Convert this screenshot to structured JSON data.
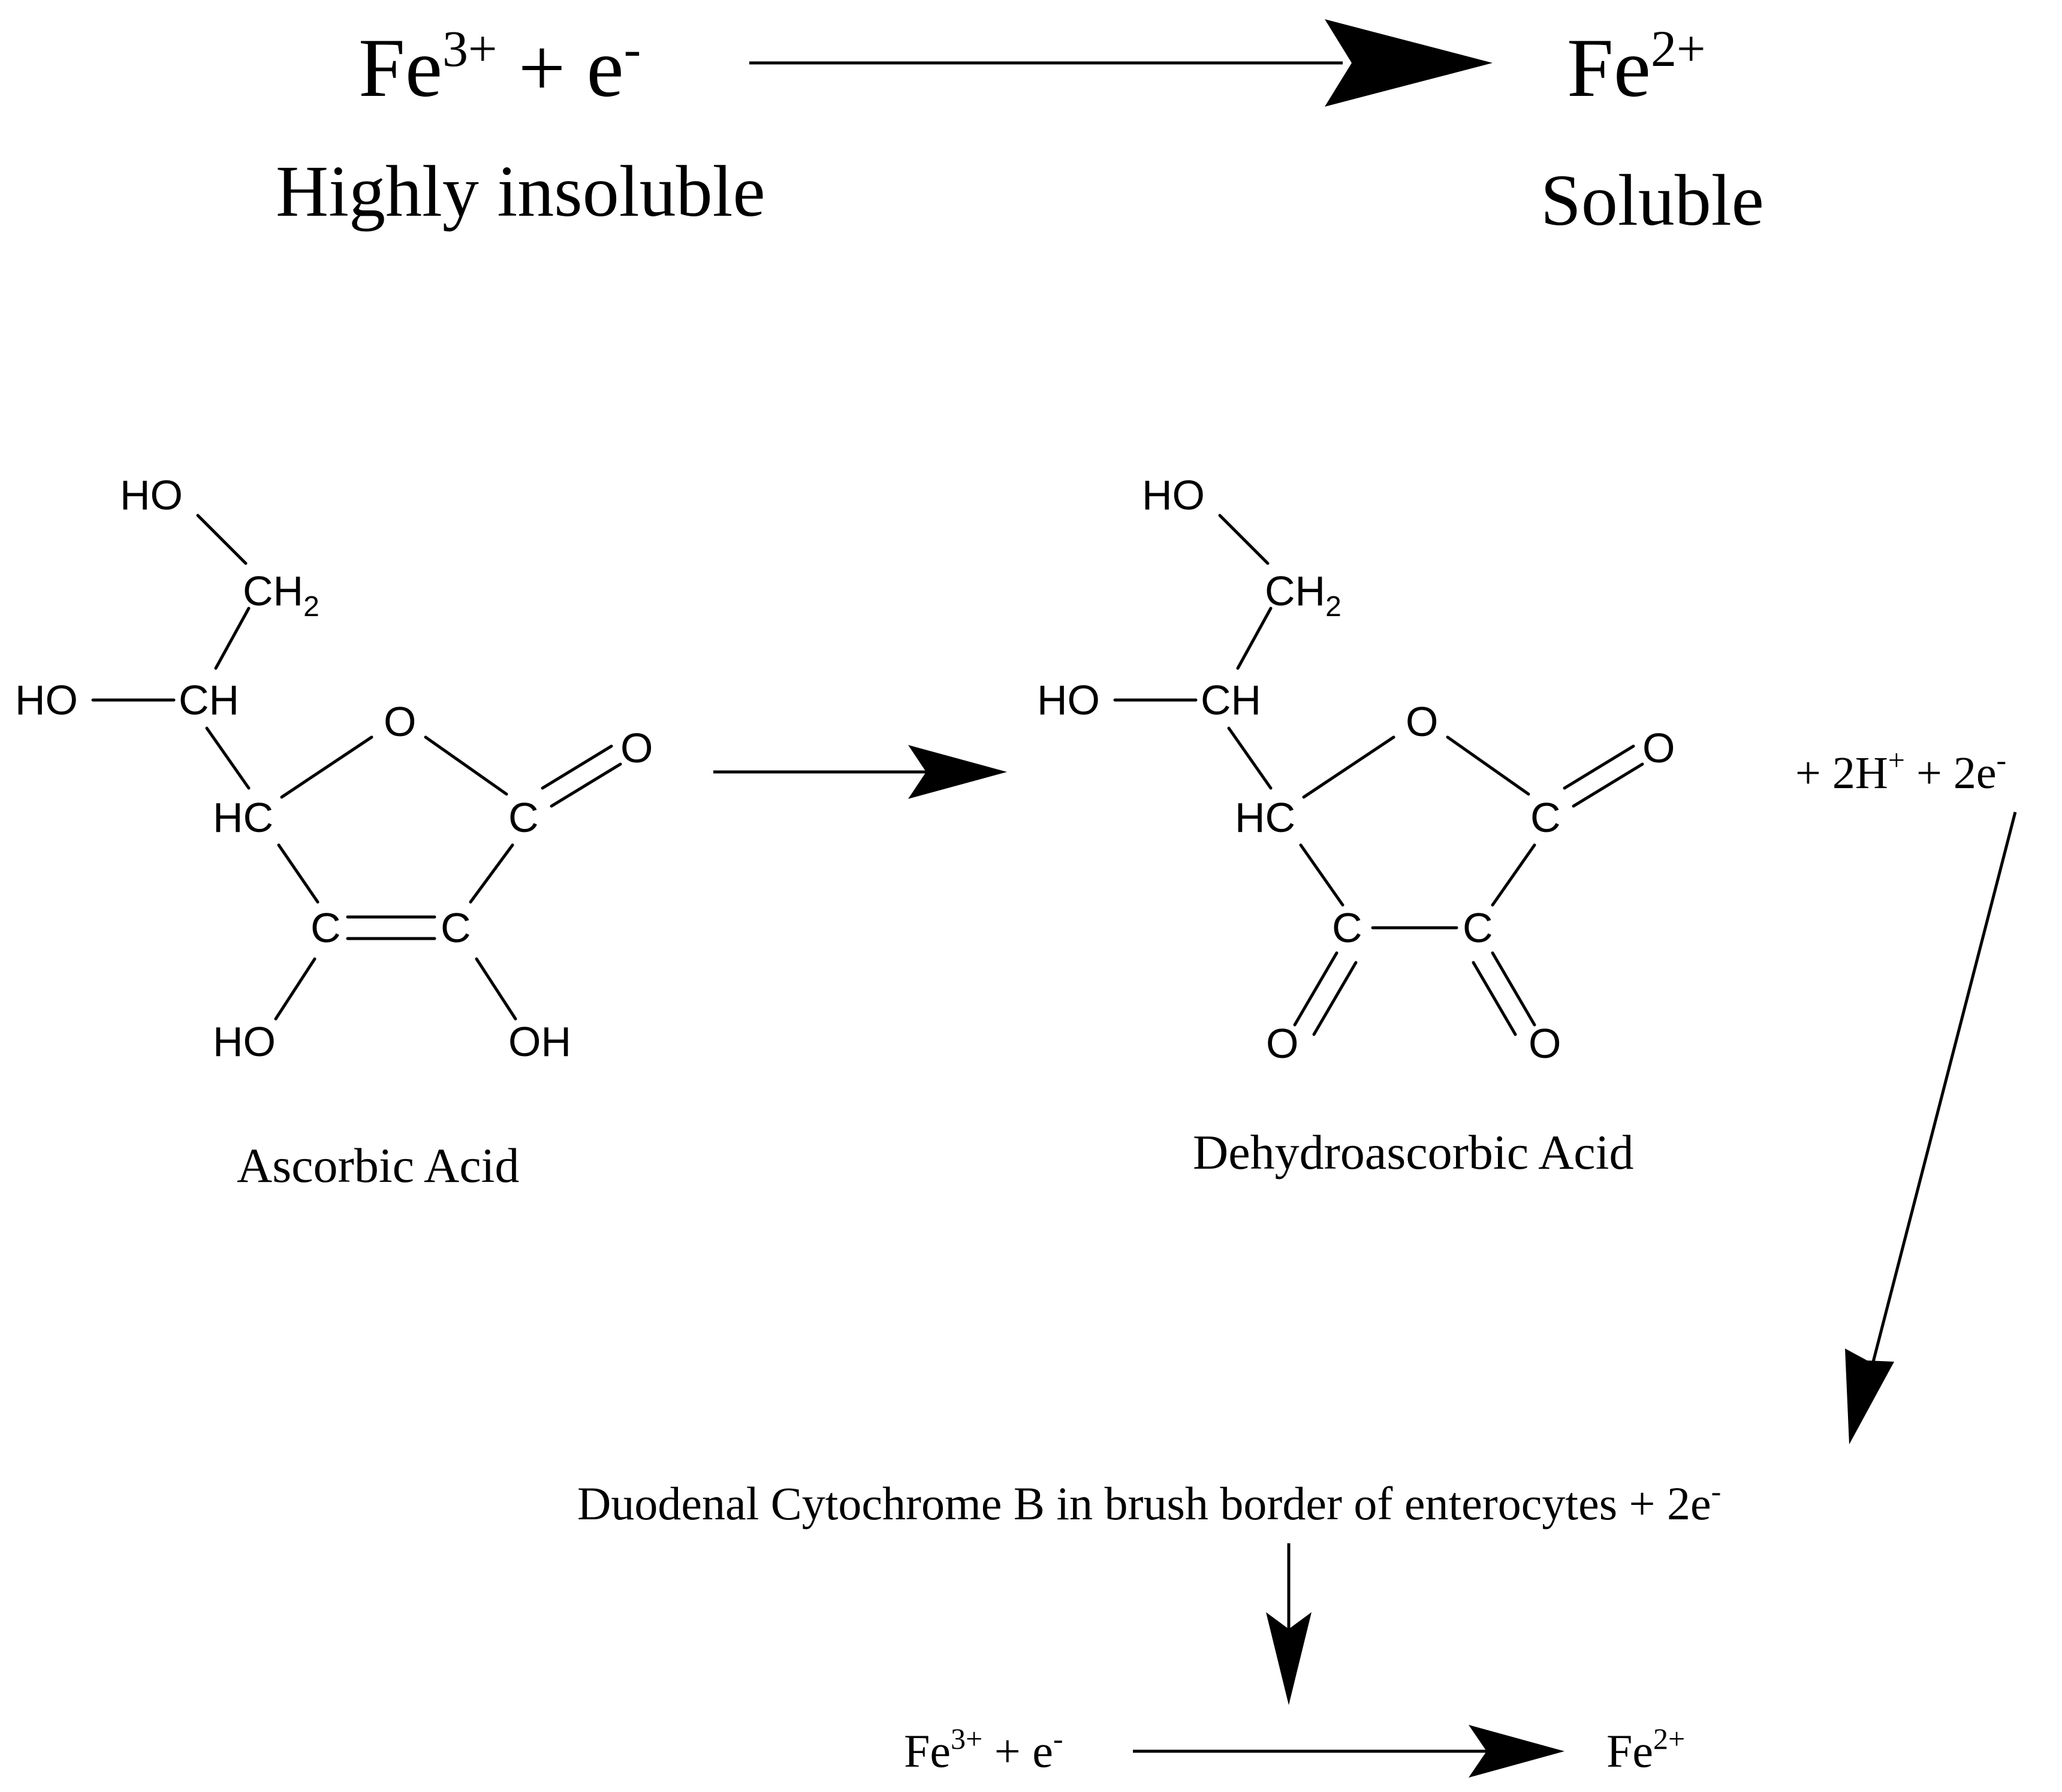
{
  "top_reaction": {
    "reactant_fe": "Fe",
    "reactant_charge": "3+",
    "reactant_plus_e": " + e",
    "reactant_e_charge": "-",
    "reactant_note": "Highly insoluble",
    "product_fe": "Fe",
    "product_charge": "2+",
    "product_note": "Soluble"
  },
  "ascorbic": {
    "name": "Ascorbic Acid",
    "ho_top": "HO",
    "ch2": "CH",
    "ch2_sub": "2",
    "ho_left": "HO",
    "ch": "CH",
    "ring_o": "O",
    "carbonyl_o": "O",
    "hc": "HC",
    "c_carbonyl": "C",
    "c_left": "C",
    "c_right": "C",
    "ho_bottom": "HO",
    "oh_bottom": "OH"
  },
  "dehydro": {
    "name": "Dehydroascorbic Acid",
    "ho_top": "HO",
    "ch2": "CH",
    "ch2_sub": "2",
    "ho_left": "HO",
    "ch": "CH",
    "ring_o": "O",
    "carbonyl_o": "O",
    "hc": "HC",
    "c_carbonyl": "C",
    "c_left": "C",
    "c_right": "C",
    "o_left": "O",
    "o_right": "O"
  },
  "byproduct": {
    "lead": "+ 2H",
    "h_charge": "+",
    "tail": " + 2e",
    "e_charge": "-"
  },
  "cytochrome": {
    "text": "Duodenal Cytochrome B in brush border of enterocytes  + 2e",
    "e_charge": "-"
  },
  "bottom_reaction": {
    "reactant_fe": "Fe",
    "reactant_charge": "3+",
    "reactant_plus_e": " + e",
    "reactant_e_charge": "-",
    "product_fe": "Fe",
    "product_charge": "2+"
  }
}
